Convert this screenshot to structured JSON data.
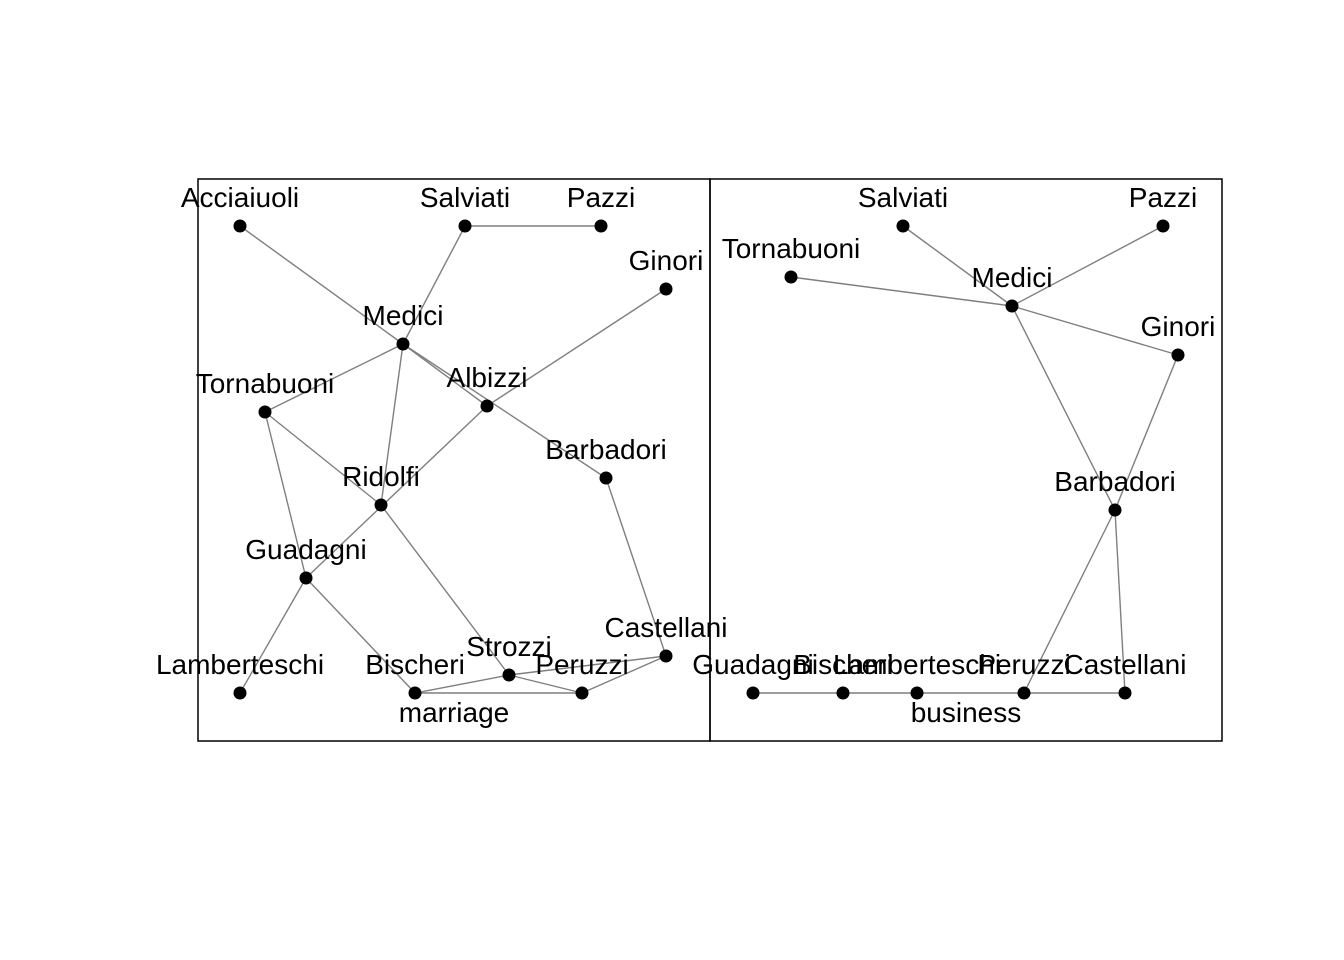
{
  "colors": {
    "edge": "#7f7f7f",
    "node": "#000000",
    "frame": "#000000",
    "background": "#ffffff"
  },
  "panels": [
    {
      "label": "marriage",
      "nodes": [
        {
          "id": "Acciaiuoli",
          "label": "Acciaiuoli"
        },
        {
          "id": "Salviati",
          "label": "Salviati"
        },
        {
          "id": "Pazzi",
          "label": "Pazzi"
        },
        {
          "id": "Ginori",
          "label": "Ginori"
        },
        {
          "id": "Medici",
          "label": "Medici"
        },
        {
          "id": "Tornabuoni",
          "label": "Tornabuoni"
        },
        {
          "id": "Albizzi",
          "label": "Albizzi"
        },
        {
          "id": "Barbadori",
          "label": "Barbadori"
        },
        {
          "id": "Ridolfi",
          "label": "Ridolfi"
        },
        {
          "id": "Guadagni",
          "label": "Guadagni"
        },
        {
          "id": "Castellani",
          "label": "Castellani"
        },
        {
          "id": "Strozzi",
          "label": "Strozzi"
        },
        {
          "id": "Lamberteschi",
          "label": "Lamberteschi"
        },
        {
          "id": "Bischeri",
          "label": "Bischeri"
        },
        {
          "id": "Peruzzi",
          "label": "Peruzzi"
        }
      ],
      "edges": [
        [
          "Acciaiuoli",
          "Medici"
        ],
        [
          "Salviati",
          "Pazzi"
        ],
        [
          "Salviati",
          "Medici"
        ],
        [
          "Ginori",
          "Albizzi"
        ],
        [
          "Medici",
          "Tornabuoni"
        ],
        [
          "Medici",
          "Albizzi"
        ],
        [
          "Medici",
          "Barbadori"
        ],
        [
          "Medici",
          "Ridolfi"
        ],
        [
          "Albizzi",
          "Guadagni"
        ],
        [
          "Tornabuoni",
          "Ridolfi"
        ],
        [
          "Tornabuoni",
          "Guadagni"
        ],
        [
          "Barbadori",
          "Castellani"
        ],
        [
          "Ridolfi",
          "Strozzi"
        ],
        [
          "Guadagni",
          "Lamberteschi"
        ],
        [
          "Guadagni",
          "Bischeri"
        ],
        [
          "Bischeri",
          "Strozzi"
        ],
        [
          "Bischeri",
          "Peruzzi"
        ],
        [
          "Strozzi",
          "Peruzzi"
        ],
        [
          "Strozzi",
          "Castellani"
        ],
        [
          "Peruzzi",
          "Castellani"
        ]
      ]
    },
    {
      "label": "business",
      "nodes": [
        {
          "id": "Salviati",
          "label": "Salviati"
        },
        {
          "id": "Pazzi",
          "label": "Pazzi"
        },
        {
          "id": "Tornabuoni",
          "label": "Tornabuoni"
        },
        {
          "id": "Medici",
          "label": "Medici"
        },
        {
          "id": "Ginori",
          "label": "Ginori"
        },
        {
          "id": "Barbadori",
          "label": "Barbadori"
        },
        {
          "id": "Guadagni",
          "label": "Guadagni"
        },
        {
          "id": "Lamberteschi",
          "label": "Lamberteschi"
        },
        {
          "id": "Bischeri",
          "label": "Bischeri"
        },
        {
          "id": "Peruzzi",
          "label": "Peruzzi"
        },
        {
          "id": "Castellani",
          "label": "Castellani"
        }
      ],
      "edges": [
        [
          "Salviati",
          "Medici"
        ],
        [
          "Pazzi",
          "Medici"
        ],
        [
          "Tornabuoni",
          "Medici"
        ],
        [
          "Medici",
          "Ginori"
        ],
        [
          "Medici",
          "Barbadori"
        ],
        [
          "Ginori",
          "Barbadori"
        ],
        [
          "Barbadori",
          "Peruzzi"
        ],
        [
          "Barbadori",
          "Castellani"
        ],
        [
          "Guadagni",
          "Castellani"
        ]
      ]
    }
  ]
}
